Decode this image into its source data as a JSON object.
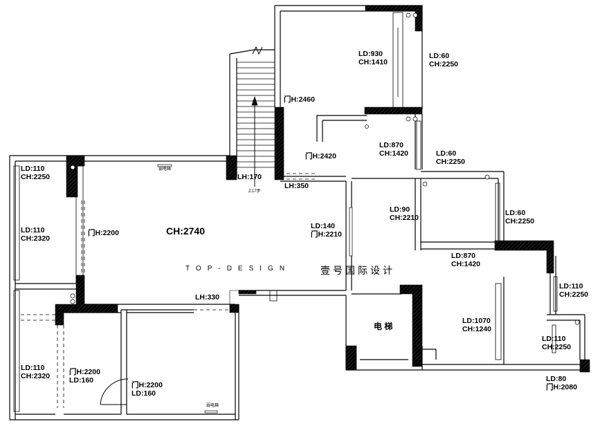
{
  "rooms": {
    "top_bedroom": {
      "ld": "LD:930",
      "ch": "CH:1410"
    },
    "top_window": {
      "ld": "LD:60",
      "ch": "CH:2250"
    },
    "stair_door": {
      "label": "门H:2460"
    },
    "mid_room": {
      "ld": "LD:870",
      "ch": "CH:1420"
    },
    "mid_door": {
      "label": "门H:2420"
    },
    "mid_window": {
      "ld": "LD:60",
      "ch": "CH:2250"
    },
    "left_top_window": {
      "ld": "LD:110",
      "ch": "CH:2250"
    },
    "left_mid_window": {
      "ld": "LD:110",
      "ch": "CH:2320"
    },
    "left_bottom_window": {
      "ld": "LD:110",
      "ch": "CH:2320"
    },
    "living": {
      "door": "门H:2200",
      "ch": "CH:2740"
    },
    "stair_lh": {
      "label": "LH:170"
    },
    "corridor_lh": {
      "label": "LH:350"
    },
    "center_door": {
      "ld": "LD:140",
      "door": "门H:2210"
    },
    "small_room": {
      "ld": "LD:90",
      "ch": "CH:2210"
    },
    "right_window": {
      "ld": "LD:60",
      "ch": "CH:2250"
    },
    "right_mid": {
      "ld": "LD:870",
      "ch": "CH:1420"
    },
    "far_right_window": {
      "ld": "LD:110",
      "ch": "CH:2250"
    },
    "lower_lh": {
      "label": "LH:330"
    },
    "elevator": {
      "label": "电 梯"
    },
    "right_big_room": {
      "ld": "LD:1070",
      "ch": "CH:1240"
    },
    "right_lower_window": {
      "ld": "LD:110",
      "ch": "CH:2250"
    },
    "bottom_door_left": {
      "door": "门H:2200",
      "ld": "LD:160"
    },
    "bottom_door_mid": {
      "door": "门H:2200",
      "ld": "LD:160"
    },
    "bottom_right": {
      "ld": "LD:80",
      "door": "门H:2080"
    }
  },
  "annotations": {
    "stair_up": "上17步",
    "panel_top": "弱电箱",
    "panel_bottom": "弱电箱"
  },
  "watermark": {
    "latin": "TOP-DESIGN",
    "chinese": "壹号国际设计"
  },
  "colors": {
    "ink": "#000000",
    "paper": "#ffffff"
  }
}
